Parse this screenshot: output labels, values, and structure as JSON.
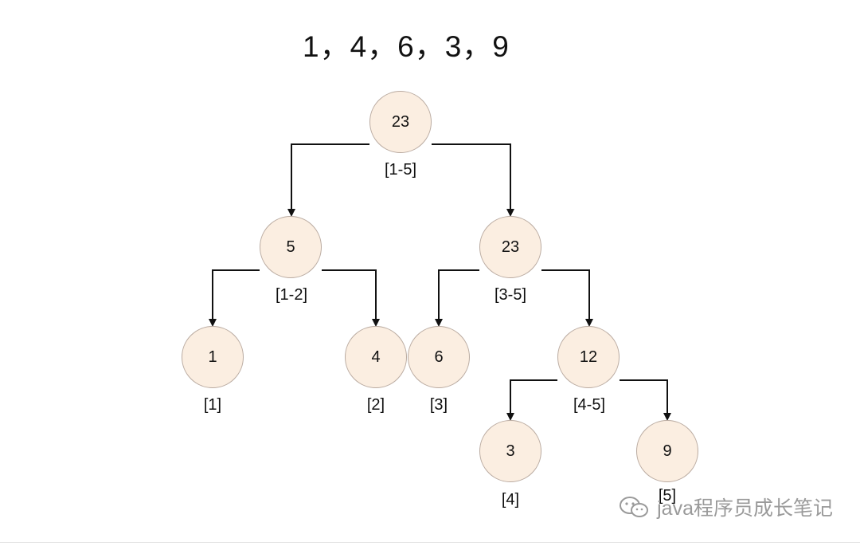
{
  "title": "1，4，6，3，9",
  "nodes": [
    {
      "id": "root",
      "value": "23",
      "range": "[1-5]"
    },
    {
      "id": "l",
      "value": "5",
      "range": "[1-2]"
    },
    {
      "id": "r",
      "value": "23",
      "range": "[3-5]"
    },
    {
      "id": "ll",
      "value": "1",
      "range": "[1]"
    },
    {
      "id": "lr",
      "value": "4",
      "range": "[2]"
    },
    {
      "id": "rl",
      "value": "6",
      "range": "[3]"
    },
    {
      "id": "rr",
      "value": "12",
      "range": "[4-5]"
    },
    {
      "id": "rrl",
      "value": "3",
      "range": "[4]"
    },
    {
      "id": "rrr",
      "value": "9",
      "range": "[5]"
    }
  ],
  "watermark": {
    "text": "java程序员成长笔记",
    "icon": "wechat-icon"
  },
  "colors": {
    "node_fill": "#fbeee1",
    "node_stroke": "#b9aaa0",
    "edge": "#111111"
  }
}
